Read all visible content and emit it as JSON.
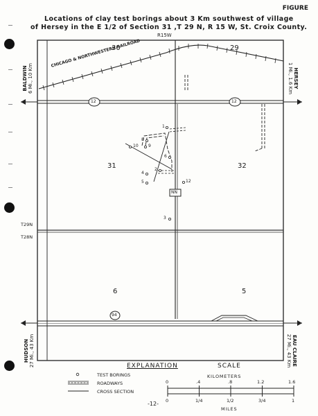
{
  "figure_label": "FIGURE",
  "title": {
    "line1": "Locations of clay test borings about   3 Km   southwest of village",
    "line2": "of Hersey in the E 1/2 of Section 31 ,T 29 N, R 15 W, St. Croix County."
  },
  "map": {
    "range_label": "R15W",
    "sections": [
      "30",
      "29",
      "31",
      "32",
      "6",
      "5"
    ],
    "township_labels": [
      "T29N",
      "T28N"
    ],
    "railroad_label": "CHICAGO & NORTHWESTERN RAILROAD",
    "highway_12": "12",
    "highway_94": "94",
    "road_nn": "NN",
    "borings": [
      "1",
      "2",
      "3",
      "4",
      "5",
      "6",
      "8",
      "9",
      "10",
      "12"
    ],
    "directions": {
      "baldwin": "BALDWIN",
      "baldwin_dist": "6 Mi., 10 Km",
      "hersey": "HERSEY",
      "hersey_dist": "1 Mi., 1.6 Km",
      "hudson": "HUDSON",
      "hudson_dist": "27 Mi., 43 Km",
      "eau_claire": "EAU CLAIRE",
      "eau_claire_dist": "27 Mi., 43 Km"
    }
  },
  "legend": {
    "title": "EXPLANATION",
    "items": [
      "TEST BORINGS",
      "ROADWAYS",
      "CROSS SECTION"
    ]
  },
  "scale": {
    "title": "SCALE",
    "km_label": "KILOMETERS",
    "km_ticks": [
      "0",
      ".4",
      ".8",
      "1.2",
      "1.6"
    ],
    "mile_ticks": [
      "0",
      "1/4",
      "1/2",
      "3/4",
      "1"
    ],
    "miles_label": "MILES"
  },
  "page_number": "-12-"
}
